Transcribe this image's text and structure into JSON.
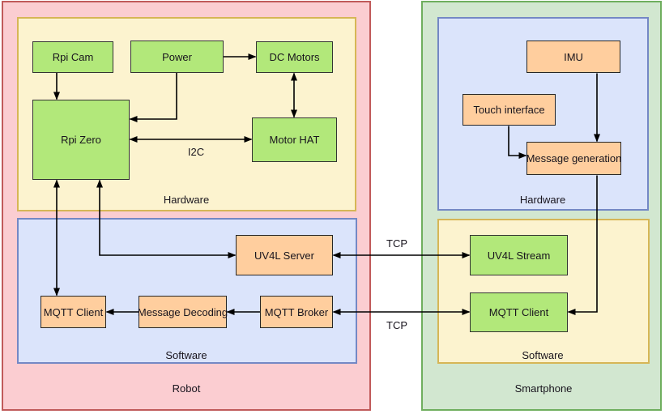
{
  "containers": {
    "robot": {
      "label": "Robot"
    },
    "robot_hardware": {
      "label": "Hardware"
    },
    "robot_software": {
      "label": "Software"
    },
    "smartphone": {
      "label": "Smartphone"
    },
    "smartphone_hardware": {
      "label": "Hardware"
    },
    "smartphone_software": {
      "label": "Software"
    }
  },
  "nodes": {
    "rpi_cam": {
      "label": "Rpi Cam"
    },
    "power": {
      "label": "Power"
    },
    "dc_motors": {
      "label": "DC Motors"
    },
    "rpi_zero": {
      "label": "Rpi Zero"
    },
    "motor_hat": {
      "label": "Motor HAT"
    },
    "uv4l_server": {
      "label": "UV4L Server"
    },
    "mqtt_client_robot": {
      "label": "MQTT Client"
    },
    "message_decoding": {
      "label": "Message Decoding"
    },
    "mqtt_broker": {
      "label": "MQTT Broker"
    },
    "imu": {
      "label": "IMU"
    },
    "touch_interface": {
      "label": "Touch interface"
    },
    "message_generation": {
      "label": "Message generation"
    },
    "uv4l_stream": {
      "label": "UV4L Stream"
    },
    "mqtt_client_phone": {
      "label": "MQTT Client"
    }
  },
  "edge_labels": {
    "i2c": "I2C",
    "tcp_video": "TCP",
    "tcp_mqtt": "TCP"
  },
  "edges": [
    {
      "from": "Rpi Cam",
      "to": "Rpi Zero",
      "arrows": "end"
    },
    {
      "from": "Power",
      "to": "DC Motors",
      "arrows": "end"
    },
    {
      "from": "Power",
      "to": "Rpi Zero",
      "arrows": "end"
    },
    {
      "from": "Rpi Zero",
      "to": "Motor HAT",
      "arrows": "both",
      "label": "I2C"
    },
    {
      "from": "DC Motors",
      "to": "Motor HAT",
      "arrows": "both"
    },
    {
      "from": "Rpi Zero",
      "to": "MQTT Client (robot)",
      "arrows": "both"
    },
    {
      "from": "Rpi Zero",
      "to": "UV4L Server",
      "arrows": "both"
    },
    {
      "from": "MQTT Broker",
      "to": "Message Decoding",
      "arrows": "end"
    },
    {
      "from": "Message Decoding",
      "to": "MQTT Client (robot)",
      "arrows": "end"
    },
    {
      "from": "UV4L Server",
      "to": "UV4L Stream",
      "arrows": "both",
      "label": "TCP"
    },
    {
      "from": "MQTT Broker",
      "to": "MQTT Client (smartphone)",
      "arrows": "both",
      "label": "TCP"
    },
    {
      "from": "IMU",
      "to": "Message generation",
      "arrows": "end"
    },
    {
      "from": "Touch interface",
      "to": "Message generation",
      "arrows": "end"
    },
    {
      "from": "Message generation",
      "to": "MQTT Client (smartphone)",
      "arrows": "end"
    }
  ],
  "colors": {
    "pink_fill": "#fbcdd1",
    "pink_stroke": "#c05a5a",
    "yellow_fill": "#fcf3cf",
    "yellow_stroke": "#d6b656",
    "blue_fill": "#dbe4fb",
    "blue_stroke": "#7488c5",
    "green_container_fill": "#d2e7d0",
    "green_container_stroke": "#6fae5e",
    "green_node_fill": "#b2e87a",
    "orange_node_fill": "#ffce9e",
    "node_stroke": "#333333",
    "edge_color": "#000000",
    "text_color": "#18141d"
  }
}
